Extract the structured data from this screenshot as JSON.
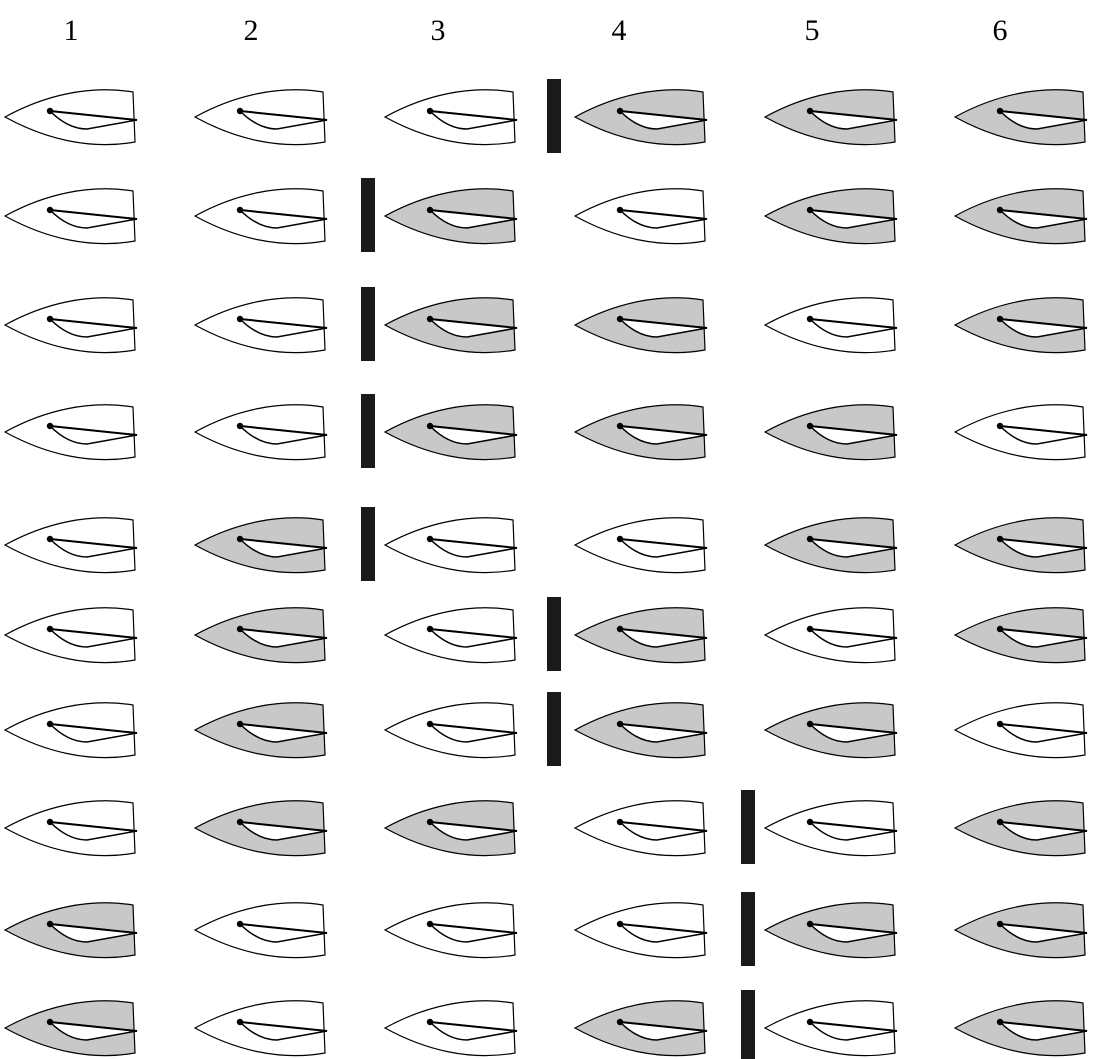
{
  "columns": [
    "1",
    "2",
    "3",
    "4",
    "5",
    "6"
  ],
  "colors": {
    "shaded_fill": "#c8c8c8",
    "unshaded_fill": "#ffffff",
    "stroke": "#000000",
    "divider": "#1a1a1a"
  },
  "grid": {
    "rows": [
      {
        "shaded": [
          0,
          0,
          0,
          1,
          1,
          1
        ],
        "divider_after_column": 3
      },
      {
        "shaded": [
          0,
          0,
          1,
          0,
          1,
          1
        ],
        "divider_after_column": 2
      },
      {
        "shaded": [
          0,
          0,
          1,
          1,
          0,
          1
        ],
        "divider_after_column": 2
      },
      {
        "shaded": [
          0,
          0,
          1,
          1,
          1,
          0
        ],
        "divider_after_column": 2
      },
      {
        "shaded": [
          0,
          1,
          0,
          0,
          1,
          1
        ],
        "divider_after_column": 2
      },
      {
        "shaded": [
          0,
          1,
          0,
          1,
          0,
          1
        ],
        "divider_after_column": 3
      },
      {
        "shaded": [
          0,
          1,
          0,
          1,
          1,
          0
        ],
        "divider_after_column": 3
      },
      {
        "shaded": [
          0,
          1,
          1,
          0,
          0,
          1
        ],
        "divider_after_column": 4
      },
      {
        "shaded": [
          1,
          0,
          0,
          0,
          1,
          1
        ],
        "divider_after_column": 4
      },
      {
        "shaded": [
          1,
          0,
          0,
          1,
          0,
          1
        ],
        "divider_after_column": 4
      }
    ]
  }
}
